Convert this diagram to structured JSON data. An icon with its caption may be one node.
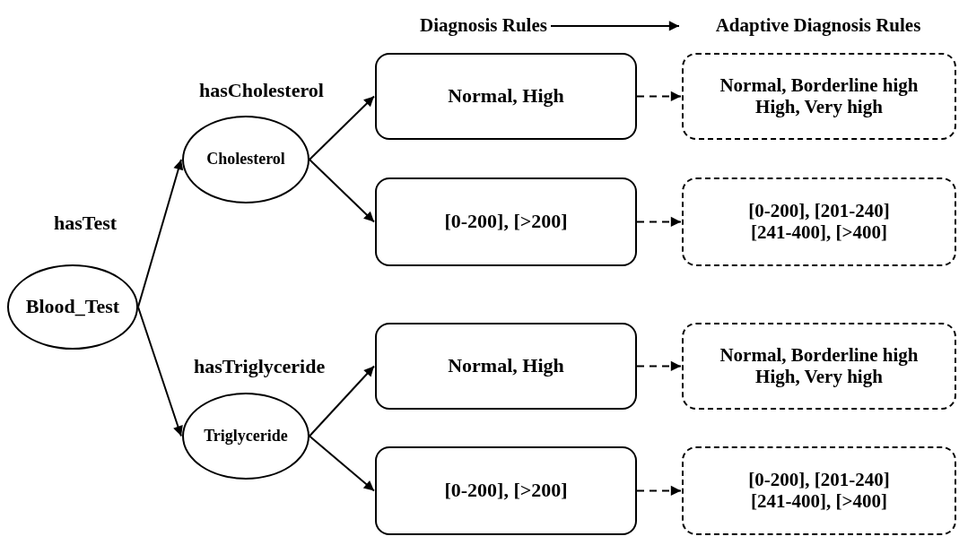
{
  "diagram": {
    "nodes": [
      {
        "text": [
          "Blood_Test"
        ]
      },
      {
        "text": [
          "Cholesterol"
        ]
      },
      {
        "text": [
          "Triglyceride"
        ]
      },
      {
        "text": [
          "Normal, High"
        ]
      },
      {
        "text": [
          "[0-200], [>200]"
        ]
      },
      {
        "text": [
          "Normal, High"
        ]
      },
      {
        "text": [
          "[0-200], [>200]"
        ]
      },
      {
        "text": [
          "Normal, Borderline high High, Very high"
        ]
      },
      {
        "text": [
          "[0-200], [201-240] [241-400], [>400]"
        ]
      },
      {
        "text": [
          "Normal, Borderline high High, Very high"
        ]
      },
      {
        "text": [
          "[0-200], [201-240] [241-400], [>400]"
        ]
      },
      {
        "text": [
          "Diagnosis Rules"
        ]
      },
      {
        "text": [
          "Adaptive Diagnosis Rules"
        ]
      }
    ],
    "edges": [
      {
        "from": 0,
        "to": 1,
        "arrow": "to"
      },
      {
        "from": 0,
        "to": 2,
        "arrow": "to"
      },
      {
        "from": 1,
        "to": 3,
        "arrow": "to"
      },
      {
        "from": 1,
        "to": 4,
        "arrow": "to"
      },
      {
        "from": 2,
        "to": 5,
        "arrow": "to"
      },
      {
        "from": 2,
        "to": 6,
        "arrow": "to"
      },
      {
        "from": 3,
        "to": 7,
        "arrow": "to",
        "style": "dashed"
      },
      {
        "from": 4,
        "to": 8,
        "arrow": "to",
        "style": "dashed"
      },
      {
        "from": 5,
        "to": 9,
        "arrow": "to",
        "style": "dashed"
      },
      {
        "from": 6,
        "to": 10,
        "arrow": "to",
        "style": "dashed"
      },
      {
        "from": 11,
        "to": 12,
        "arrow": "to"
      }
    ],
    "labels": [
      "hasCholesterol",
      "hasTest",
      "hasTriglyceride"
    ]
  }
}
